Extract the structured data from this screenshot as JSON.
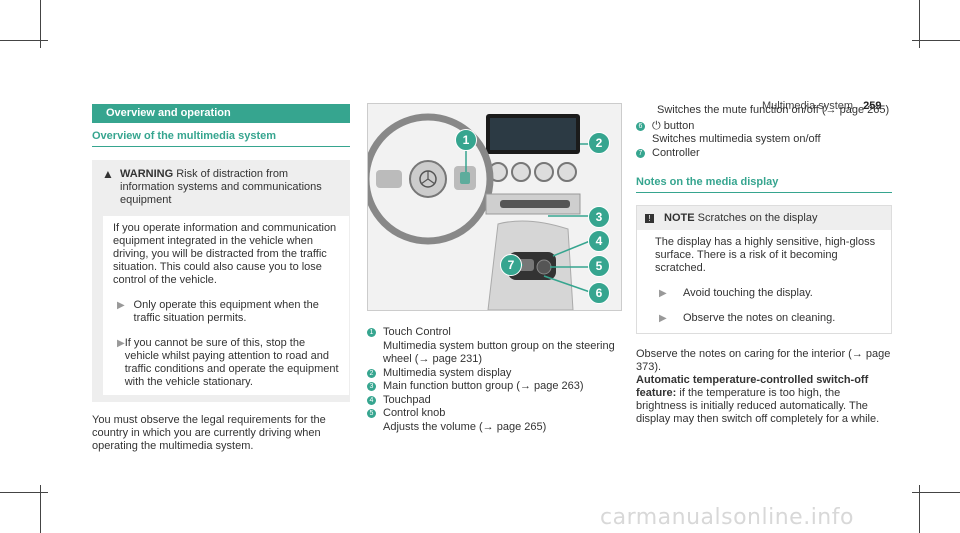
{
  "header": {
    "section": "Multimedia system",
    "page_number": "259"
  },
  "left": {
    "section_title": "Overview and operation",
    "subsection_title": "Overview of the multimedia system",
    "warning": {
      "label": "WARNING",
      "text": "Risk of distraction from information systems and communications equipment",
      "body": "If you operate information and communication equipment integrated in the vehicle when driving, you will be distracted from the traffic situation. This could also cause you to lose control of the vehicle.",
      "bullets": [
        "Only operate this equipment when the traffic situation permits.",
        "If you cannot be sure of this, stop the vehicle whilst paying attention to road and traffic conditions and operate the equipment with the vehicle stationary."
      ]
    },
    "paragraph": "You must observe the legal requirements for the country in which you are currently driving when operating the multimedia system."
  },
  "middle": {
    "callouts": [
      "1",
      "2",
      "3",
      "4",
      "5",
      "6",
      "7"
    ],
    "legend": [
      {
        "num": "1",
        "title": "Touch Control",
        "detail": "Multimedia system button group on the steering wheel (→ page 231)"
      },
      {
        "num": "2",
        "title": "Multimedia system display",
        "detail": ""
      },
      {
        "num": "3",
        "title": "Main function button group (→ page 263)",
        "detail": ""
      },
      {
        "num": "4",
        "title": "Touchpad",
        "detail": ""
      },
      {
        "num": "5",
        "title": "Control knob",
        "detail": "Adjusts the volume (→ page 265)"
      }
    ]
  },
  "right": {
    "cont_text": "Switches the mute function on/off (→ page 265)",
    "legend": [
      {
        "num": "6",
        "title": "⏻ button",
        "detail": "Switches multimedia system on/off"
      },
      {
        "num": "7",
        "title": "Controller",
        "detail": ""
      }
    ],
    "subsection_title": "Notes on the media display",
    "note": {
      "label": "NOTE",
      "text": "Scratches on the display",
      "body": "The display has a highly sensitive, high-gloss surface. There is a risk of it becoming scratched.",
      "bullets": [
        "Avoid touching the display.",
        "Observe the notes on cleaning."
      ]
    },
    "para1": "Observe the notes on caring for the interior (→ page 373).",
    "para2_bold": "Automatic temperature-controlled switch-off feature:",
    "para2": "if the temperature is too high, the brightness is initially reduced automatically. The display may then switch off completely for a while."
  },
  "watermark": "carmanualsonline.info",
  "colors": {
    "accent": "#36a58f"
  }
}
